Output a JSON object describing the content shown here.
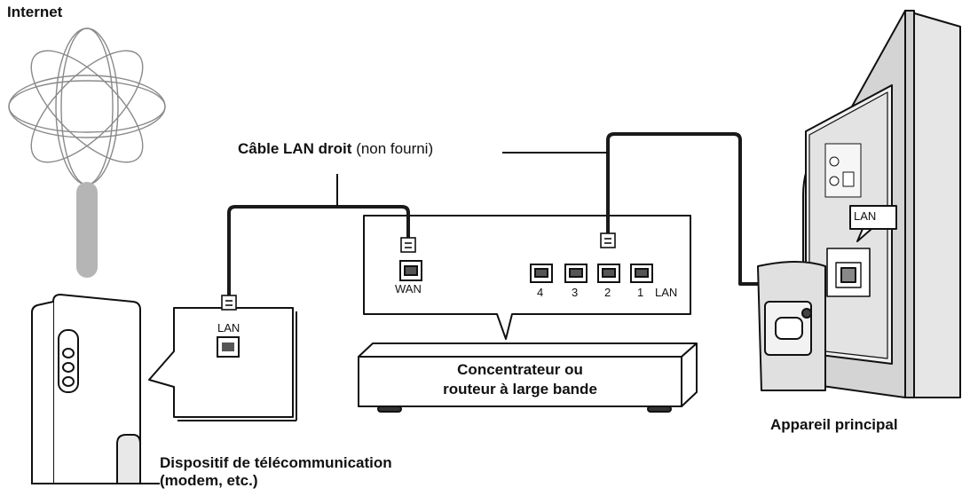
{
  "labels": {
    "internet": "Internet",
    "cable_bold": "Câble LAN droit",
    "cable_rest": "(non fourni)",
    "modem_lan": "LAN",
    "router_wan": "WAN",
    "router_port_4": "4",
    "router_port_3": "3",
    "router_port_2": "2",
    "router_port_1": "1",
    "router_lan": "LAN",
    "router_name_line1": "Concentrateur ou",
    "router_name_line2": "routeur à large bande",
    "device_lan": "LAN",
    "main_unit": "Appareil principal",
    "modem_name_line1": "Dispositif de télécommunication",
    "modem_name_line2": "(modem, etc.)"
  },
  "colors": {
    "line": "#111111",
    "cable": "#1a1a1a",
    "globe": "#8a8a8a",
    "pole": "#b5b5b5",
    "panel_shade": "#d9d9d9",
    "panel_dark": "#9a9a9a"
  },
  "icons": [
    "globe-icon",
    "rj45-plug-icon",
    "lan-port-icon",
    "arrow-right-icon",
    "power-socket-icon"
  ]
}
